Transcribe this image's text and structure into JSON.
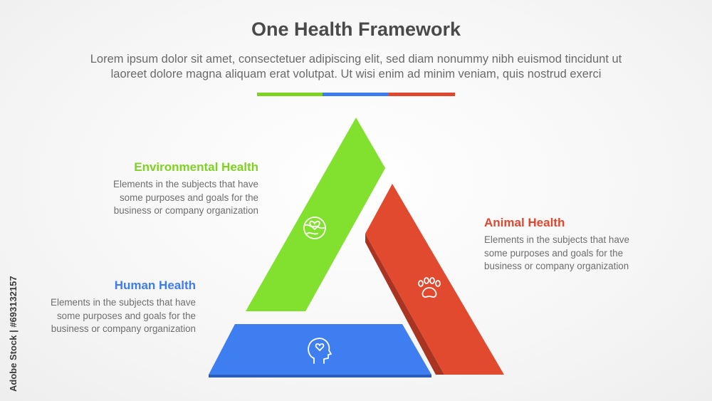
{
  "header": {
    "title": "One Health Framework",
    "subtitle_line1": "Lorem ipsum dolor sit amet, consectetuer adipiscing elit, sed diam nonummy nibh euismod tincidunt ut",
    "subtitle_line2": "laoreet dolore magna aliquam erat volutpat. Ut wisi enim ad minim veniam, quis nostrud exerci"
  },
  "accent_colors": {
    "green": "#7ed321",
    "blue": "#3d7cf0",
    "red": "#e0472f"
  },
  "segments": {
    "environmental": {
      "title": "Environmental Health",
      "desc_line1": "Elements in the subjects that have",
      "desc_line2": "some purposes and goals for the",
      "desc_line3": "business or company organization",
      "color": "#82e02e",
      "icon": "globe-heart-icon"
    },
    "animal": {
      "title": "Animal Health",
      "desc_line1": "Elements in the subjects that have",
      "desc_line2": "some purposes and goals for the",
      "desc_line3": "business or company organization",
      "color": "#e24a2f",
      "icon": "paw-print-icon"
    },
    "human": {
      "title": "Human Health",
      "desc_line1": "Elements in the subjects that have",
      "desc_line2": "some purposes and goals for the",
      "desc_line3": "business or company organization",
      "color": "#3f7ef0",
      "icon": "head-heart-icon"
    }
  },
  "watermark": {
    "text": "Adobe Stock | #693132157"
  }
}
